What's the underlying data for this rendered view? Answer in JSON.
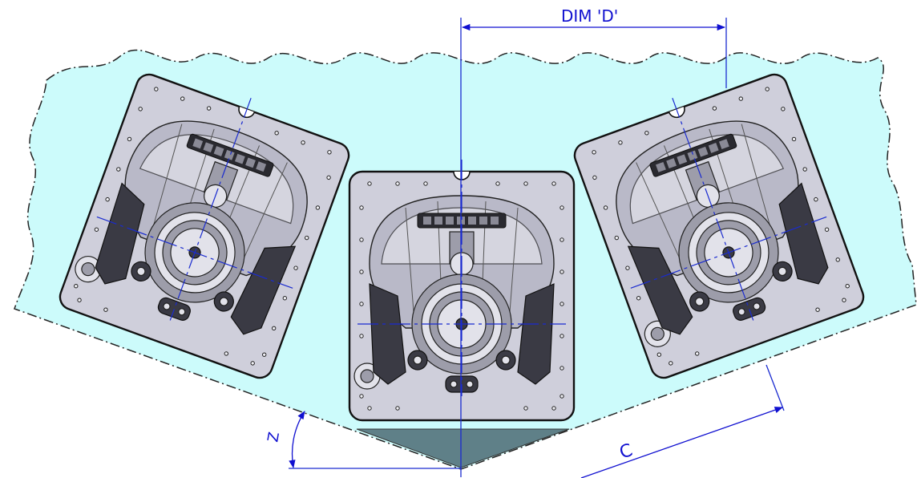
{
  "labels": {
    "dim_d": "DIM 'D'",
    "dim_c": "C",
    "dim_z": "Z"
  },
  "colors": {
    "water": "#ccfbfb",
    "dimension_blue": "#1010d0",
    "hull_wedge": "#5f8088",
    "plate": "#cfcfdb"
  }
}
